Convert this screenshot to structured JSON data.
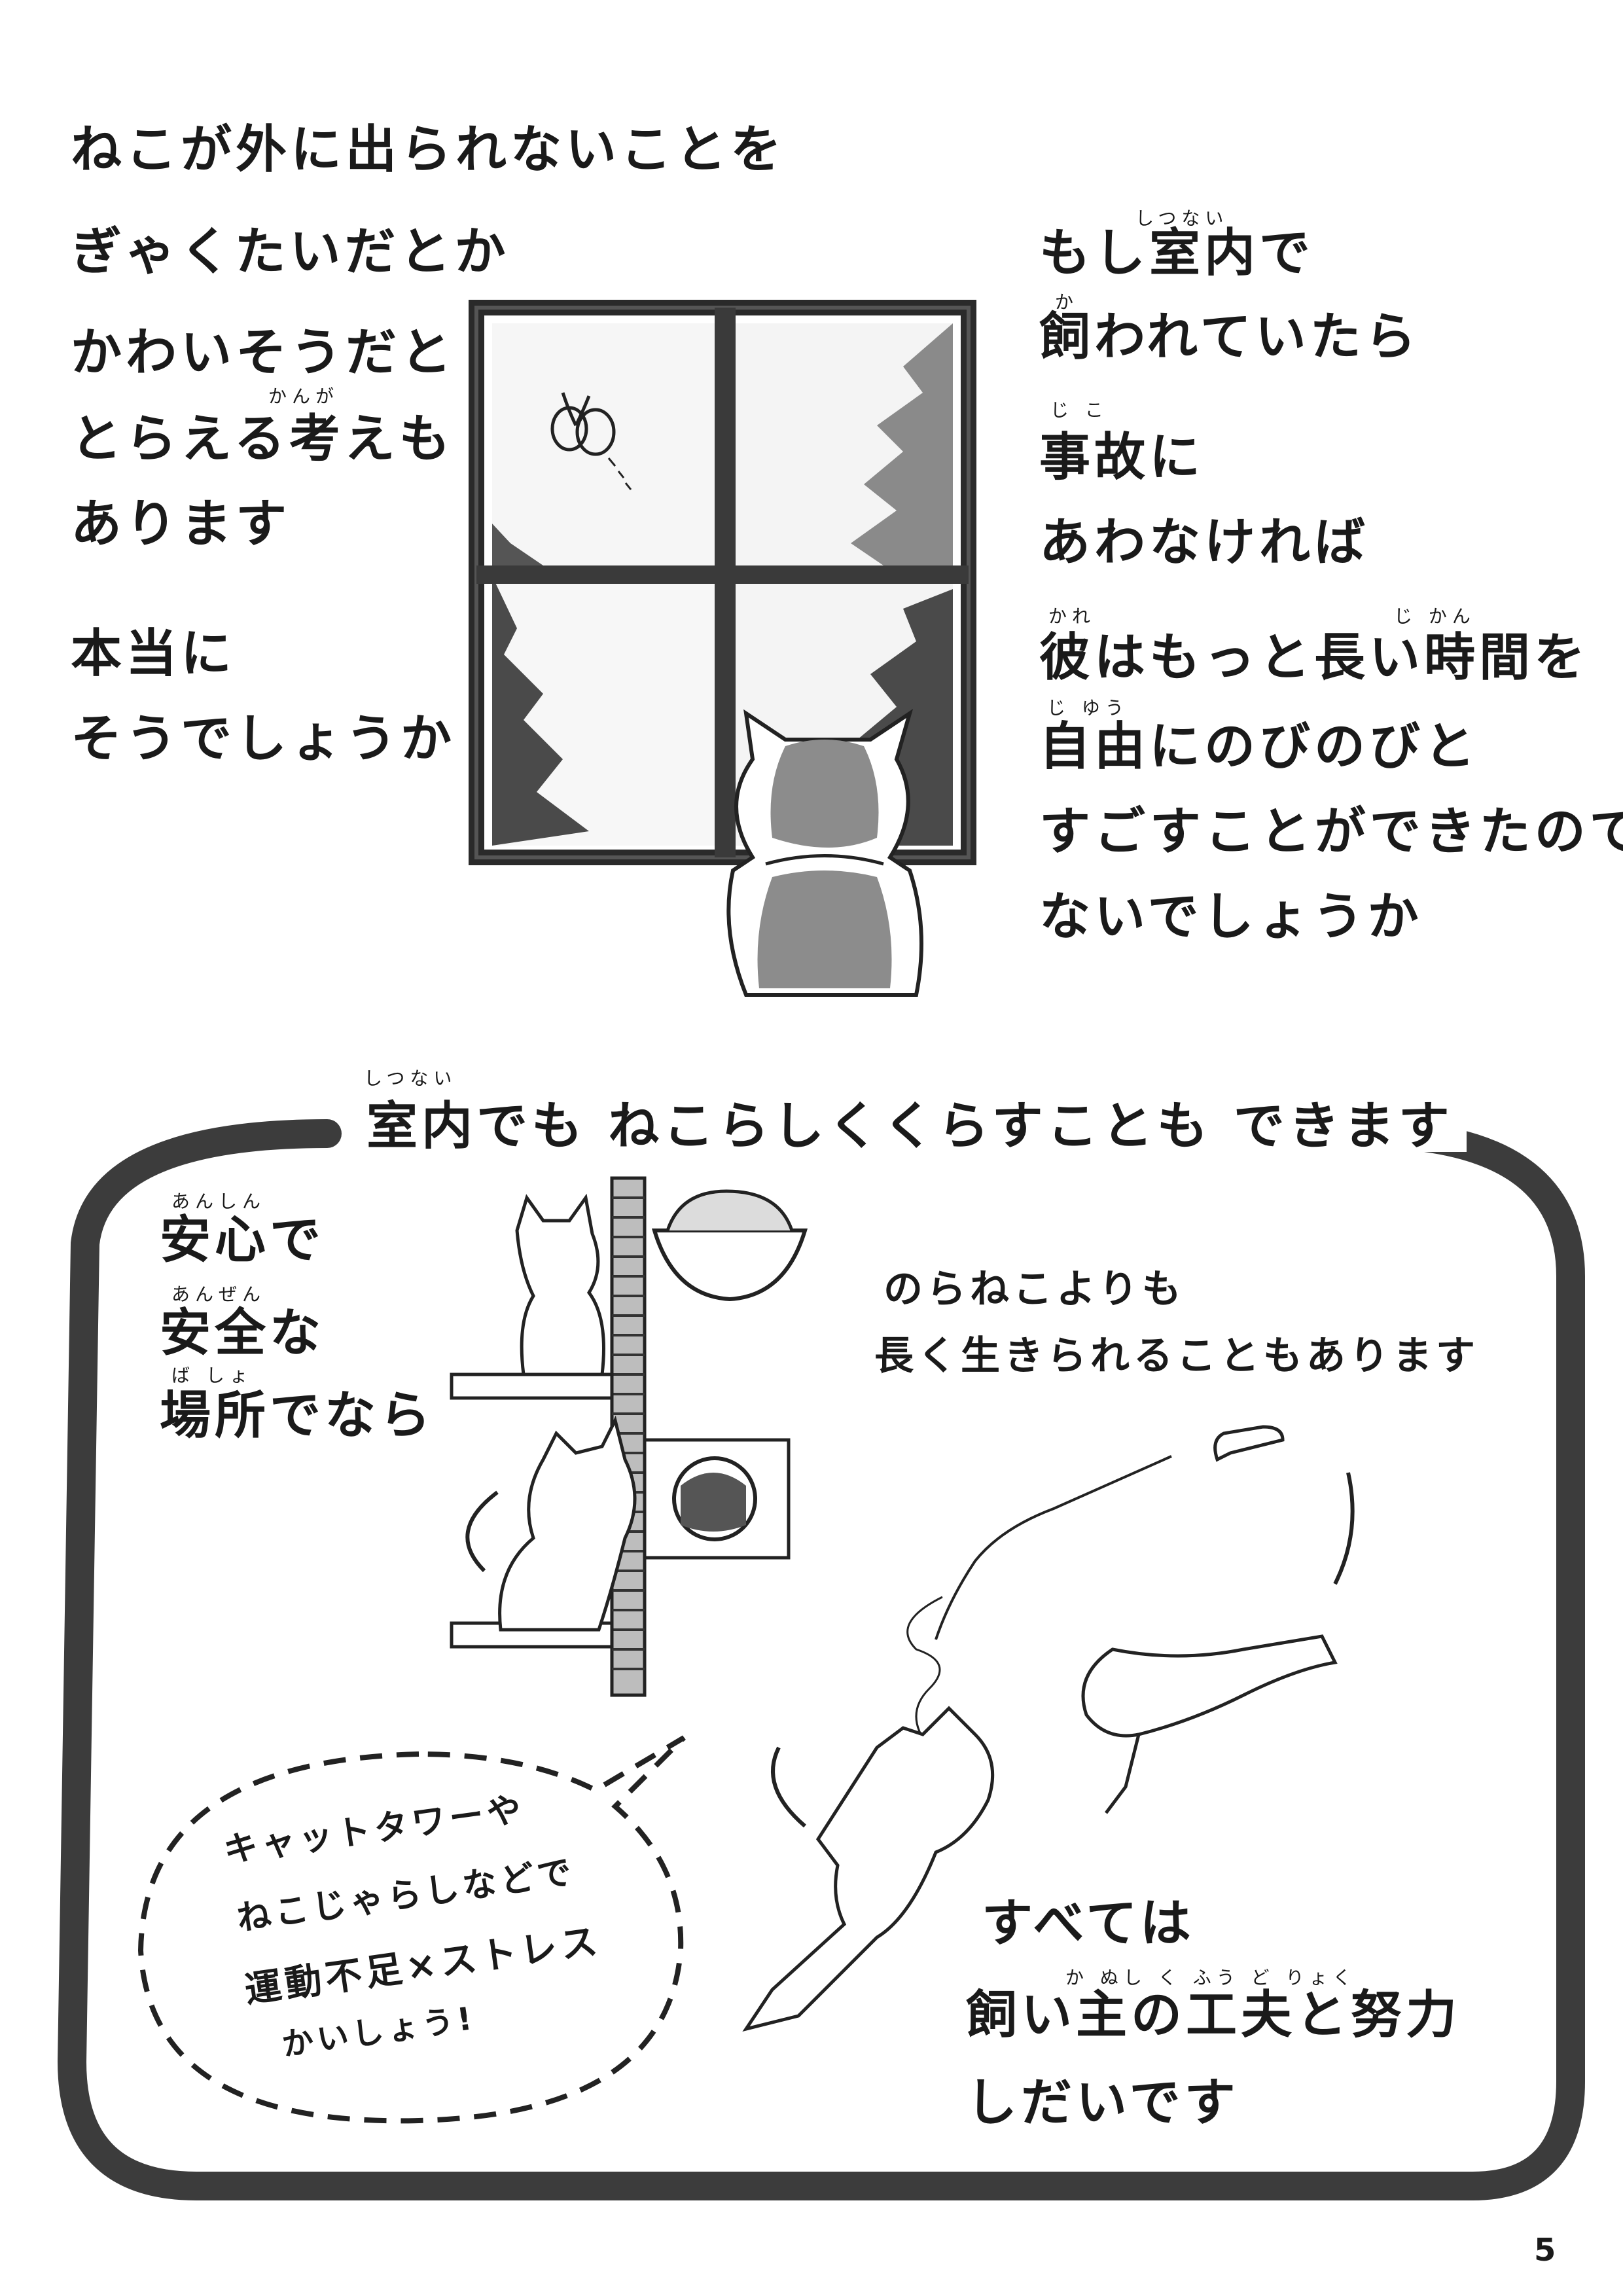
{
  "top_left": {
    "lines": [
      "ねこが外に出られないことを",
      "ぎゃくたいだとか",
      "かわいそうだと",
      "とらえる考えも",
      "あります"
    ],
    "ruby_kanga": "かんが",
    "question_lines": [
      "本当に",
      "そうでしょうか"
    ]
  },
  "top_right": {
    "lines": [
      "もし室内で",
      "飼われていたら",
      "事故に",
      "あわなければ",
      "彼はもっと長い時間を",
      "自由にのびのびと",
      "すごすことができたのでは",
      "ないでしょうか"
    ],
    "ruby": {
      "shitsunai": "しつない",
      "ka": "か",
      "jiko": "じ こ",
      "kare": "かれ",
      "jikan": "じ かん",
      "jiyuu": "じ ゆう"
    }
  },
  "bottom": {
    "heading": "室内でも ねこらしくくらすことも できます",
    "heading_ruby": "しつない",
    "safe_lines": [
      "安心で",
      "安全な",
      "場所でなら"
    ],
    "safe_ruby": [
      "あんしん",
      "あんぜん",
      "ば しょ"
    ],
    "stray_lines": [
      "のらねこよりも",
      "長く生きられることもあります"
    ],
    "speech_lines": [
      "キャットタワーや",
      "ねこじゃらしなどで",
      "運動不足×ストレス",
      "かいしょう!"
    ],
    "conclusion_lines": [
      "すべては",
      "飼い主の工夫と努力",
      "しだいです"
    ],
    "conclusion_ruby": "か  ぬし  く ふう  ど りょく"
  },
  "page_number": "5",
  "icons": [
    "window-cat-icon",
    "butterfly-icon",
    "cat-tower-icon",
    "playing-cats-icon",
    "speech-bubble-icon"
  ]
}
